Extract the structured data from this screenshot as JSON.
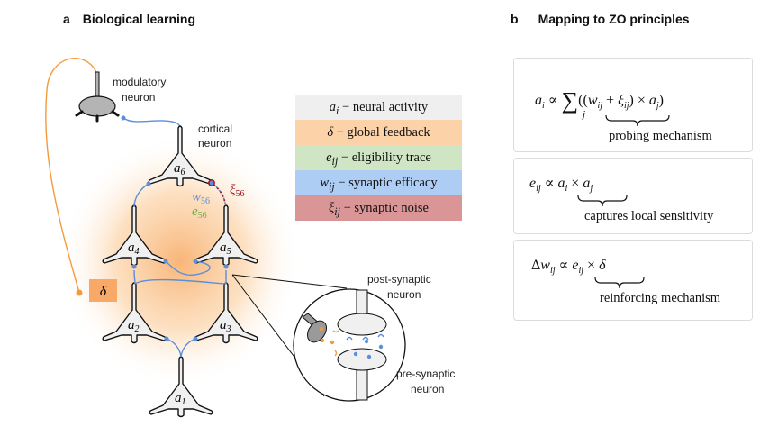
{
  "panel_a": {
    "letter": "a",
    "title": "Biological learning",
    "labels": {
      "modulatory": [
        "modulatory",
        "neuron"
      ],
      "cortical": [
        "cortical",
        "neuron"
      ],
      "post_synaptic": [
        "post-synaptic",
        "neuron"
      ],
      "pre_synaptic": [
        "pre-synaptic",
        "neuron"
      ]
    },
    "neurons": [
      "a1",
      "a2",
      "a3",
      "a4",
      "a5",
      "a6"
    ],
    "synapse_labels": {
      "weight": "w56",
      "eligibility": "e56",
      "noise": "ξ56"
    },
    "feedback_label": "δ",
    "colors": {
      "feedback": "#f39a3d",
      "synapse": "#5b8fd9",
      "noise": "#a3111d",
      "eligibility": "#6ab04c",
      "neuron_fill": "#f0f0f0",
      "modulatory_fill": "#b4b4b4"
    }
  },
  "legend": [
    {
      "symbol": "a",
      "sub": "i",
      "text": " − neural activity",
      "color": "#efefef"
    },
    {
      "symbol": "δ",
      "sub": "",
      "text": " − global feedback",
      "color": "#fcd2a8"
    },
    {
      "symbol": "e",
      "sub": "ij",
      "text": " − eligibility trace",
      "color": "#cfe5c3"
    },
    {
      "symbol": "w",
      "sub": "ij",
      "text": " − synaptic efficacy",
      "color": "#aecdf5"
    },
    {
      "symbol": "ξ",
      "sub": "ij",
      "text": " − synaptic noise",
      "color": "#da9697"
    }
  ],
  "panel_b": {
    "letter": "b",
    "title": "Mapping to ZO principles",
    "equations": [
      {
        "formula": "a_i ∝ Σ_j ((w_ij + ξ_ij) × a_j)",
        "annotation": "probing mechanism"
      },
      {
        "formula": "e_ij ∝ a_i × a_j",
        "annotation": "captures local sensitivity"
      },
      {
        "formula": "Δw_ij ∝ e_ij × δ",
        "annotation": "reinforcing mechanism"
      }
    ]
  }
}
